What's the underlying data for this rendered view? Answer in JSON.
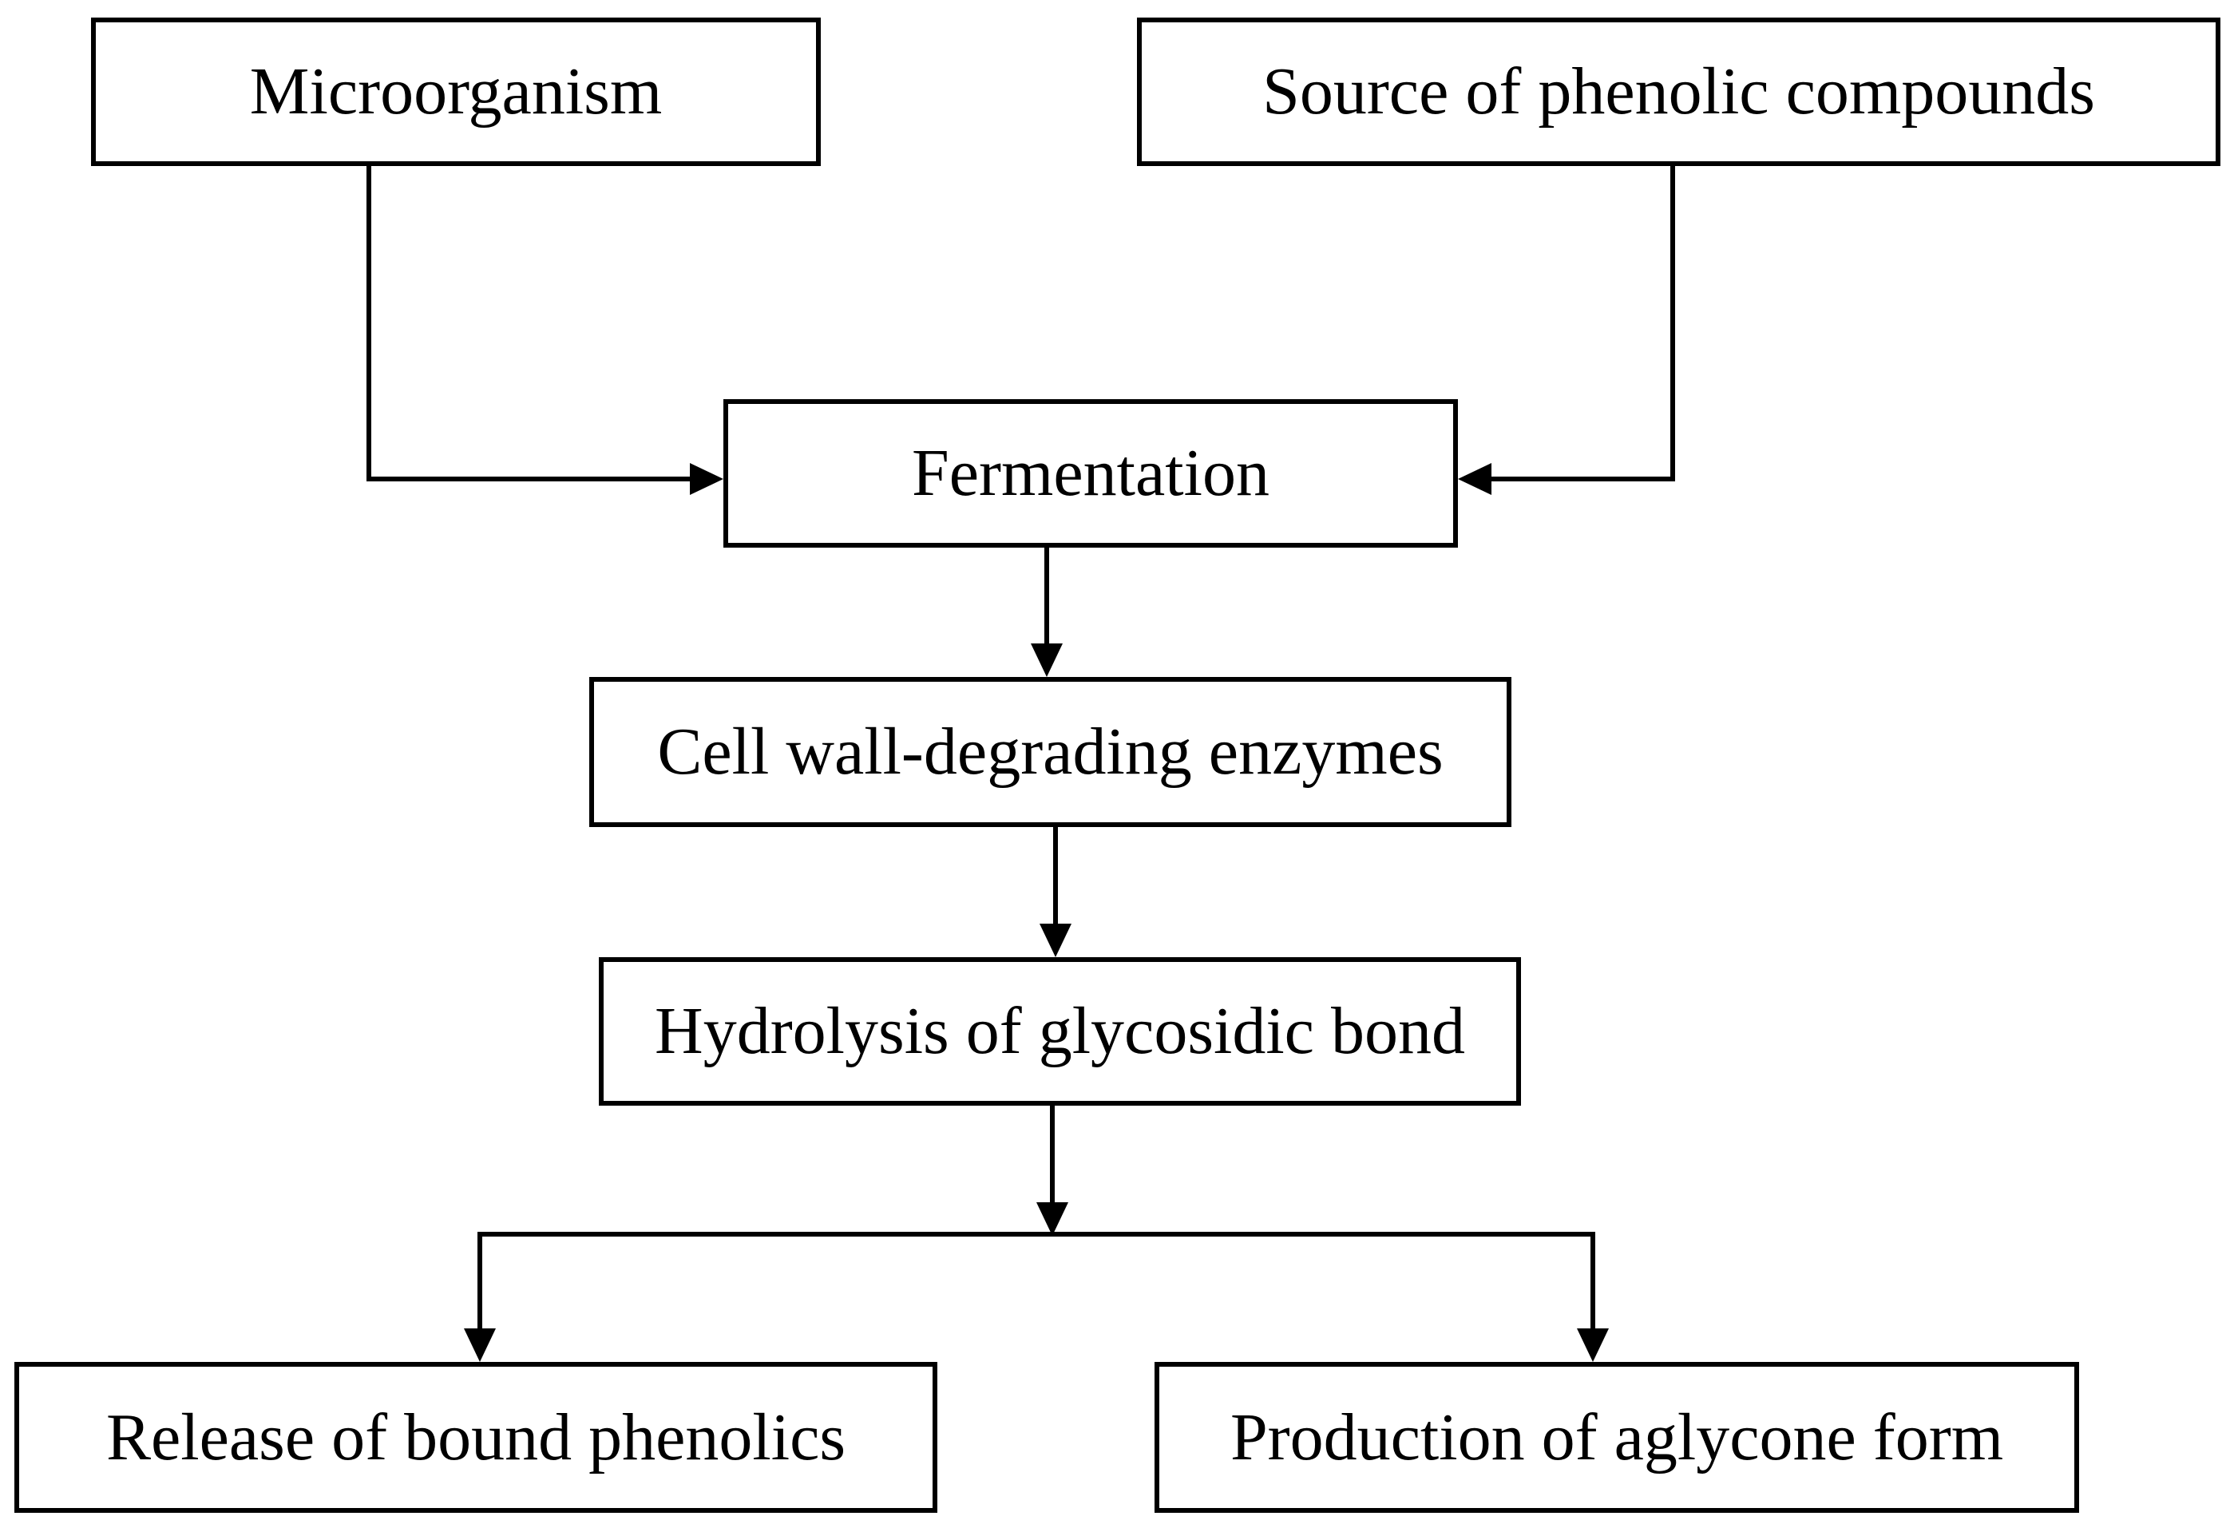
{
  "diagram": {
    "nodes": {
      "microorganism": "Microorganism",
      "source": "Source of phenolic compounds",
      "fermentation": "Fermentation",
      "cell_wall": "Cell wall-degrading enzymes",
      "hydrolysis": "Hydrolysis of glycosidic bond",
      "release": "Release of bound phenolics",
      "production": "Production of aglycone form"
    },
    "edges": [
      {
        "from": "microorganism",
        "to": "fermentation"
      },
      {
        "from": "source",
        "to": "fermentation"
      },
      {
        "from": "fermentation",
        "to": "cell_wall"
      },
      {
        "from": "cell_wall",
        "to": "hydrolysis"
      },
      {
        "from": "hydrolysis",
        "to": "release"
      },
      {
        "from": "hydrolysis",
        "to": "production"
      }
    ],
    "colors": {
      "line": "#000000",
      "background": "#ffffff",
      "text": "#000000"
    }
  }
}
